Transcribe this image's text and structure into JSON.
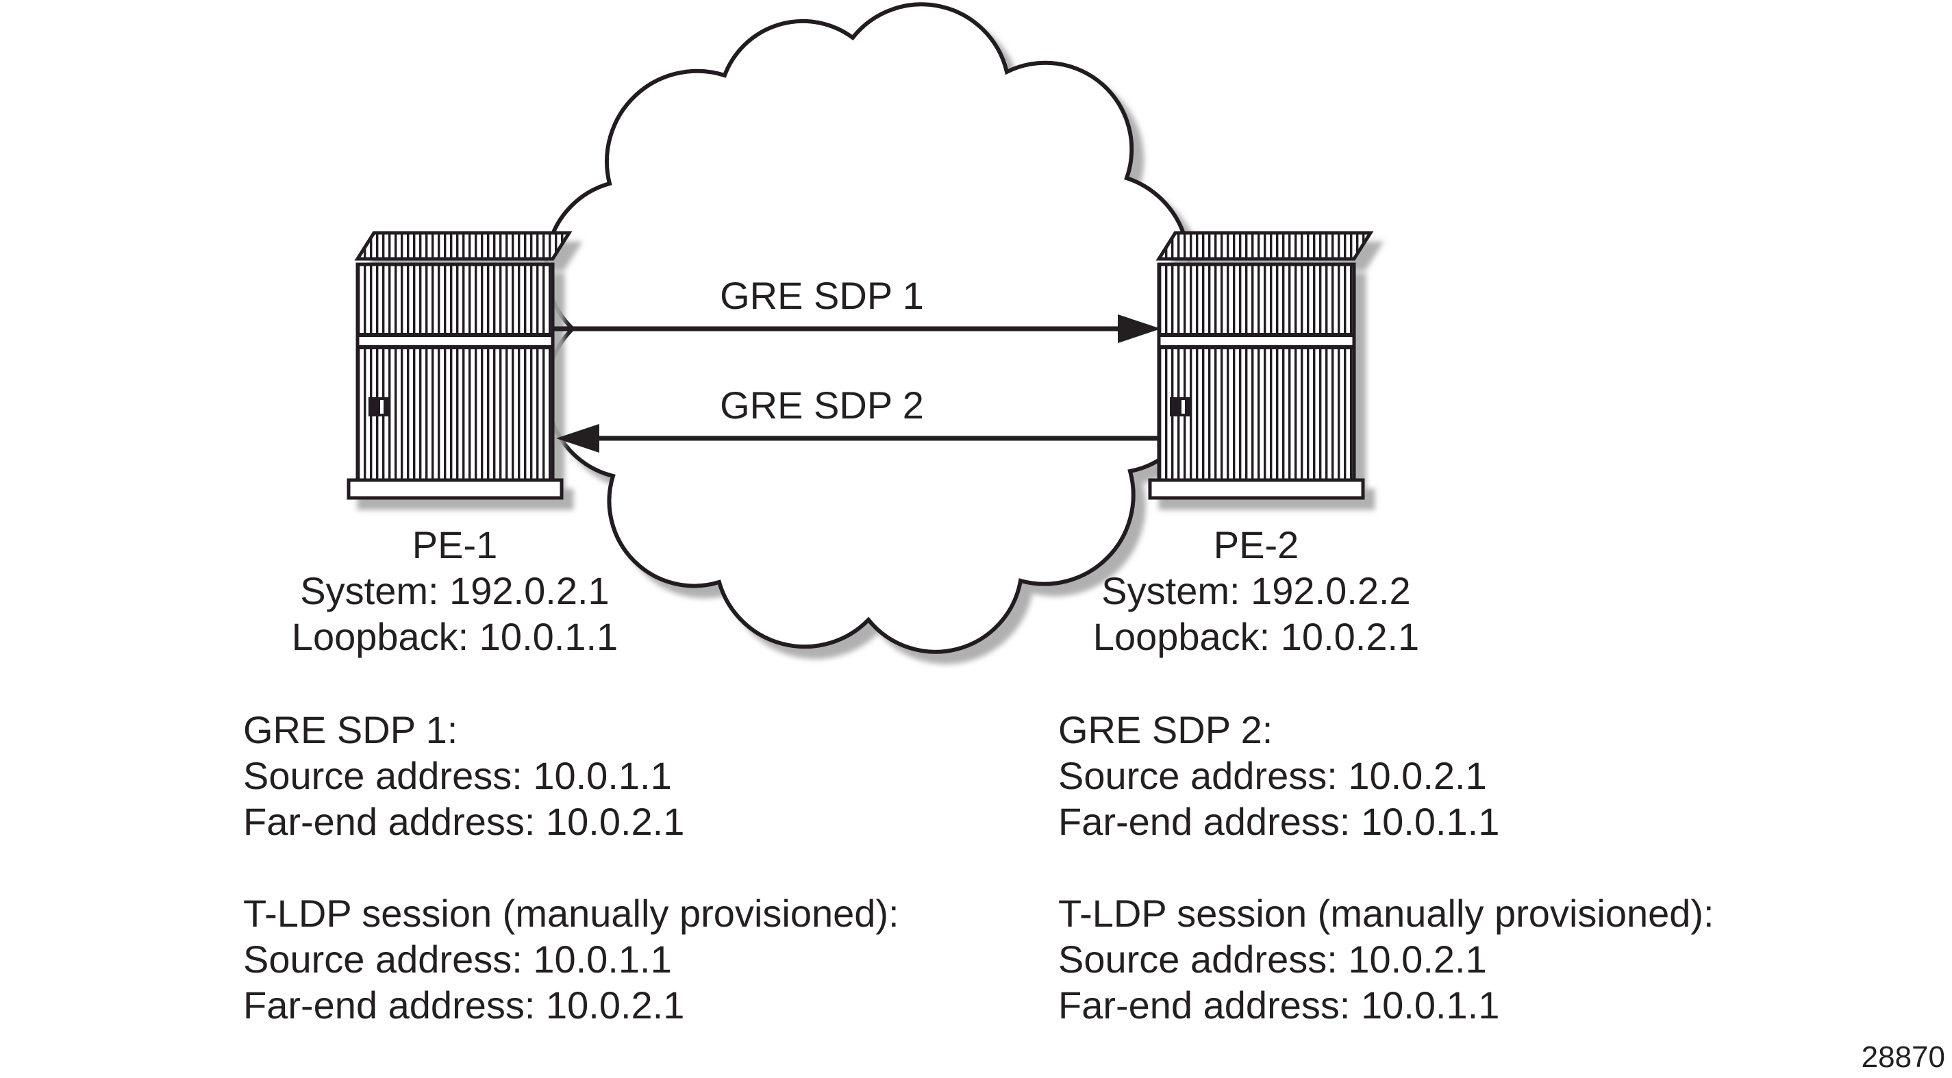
{
  "figure": {
    "number": "28870",
    "ink_color": "#231f20",
    "shadow_color": "#a8a8a8",
    "background_color": "#ffffff"
  },
  "arrows": [
    {
      "label": "GRE SDP 1",
      "direction": "left-to-right"
    },
    {
      "label": "GRE SDP 2",
      "direction": "right-to-left"
    }
  ],
  "routers": [
    {
      "label": "PE-1",
      "system": "System: 192.0.2.1",
      "loopback": "Loopback: 10.0.1.1"
    },
    {
      "label": "PE-2",
      "system": "System: 192.0.2.2",
      "loopback": "Loopback: 10.0.2.1"
    }
  ],
  "info_blocks": [
    {
      "sdp_title": "GRE SDP 1:",
      "sdp_source": "Source address: 10.0.1.1",
      "sdp_far_end": "Far-end address: 10.0.2.1",
      "tldp_title": "T-LDP session (manually provisioned):",
      "tldp_source": "Source address: 10.0.1.1",
      "tldp_far_end": "Far-end address: 10.0.2.1"
    },
    {
      "sdp_title": "GRE SDP 2:",
      "sdp_source": "Source address: 10.0.2.1",
      "sdp_far_end": "Far-end address: 10.0.1.1",
      "tldp_title": "T-LDP session (manually provisioned):",
      "tldp_source": "Source address: 10.0.2.1",
      "tldp_far_end": "Far-end address: 10.0.1.1"
    }
  ],
  "icons": {
    "cloud": "network-cloud",
    "router": "service-router-chassis"
  }
}
